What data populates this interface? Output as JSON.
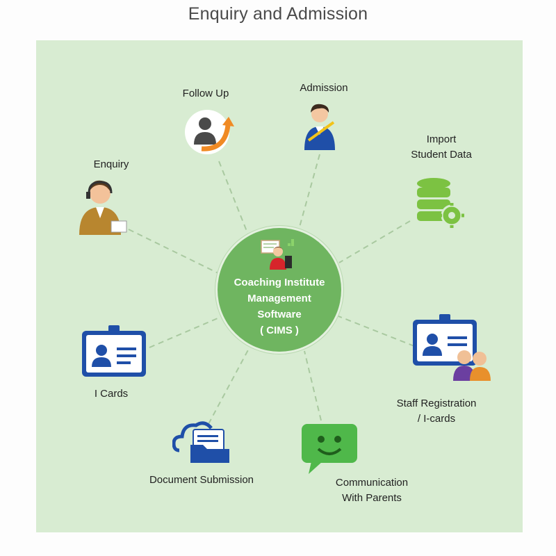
{
  "title": "Enquiry and Admission",
  "center": {
    "lines": [
      "Coaching Institute",
      "Management",
      "Software",
      "( CIMS )"
    ]
  },
  "nodes": {
    "follow_up": {
      "lines": [
        "Follow Up"
      ]
    },
    "admission": {
      "lines": [
        "Admission"
      ]
    },
    "import_data": {
      "lines": [
        "Import",
        "Student Data"
      ]
    },
    "enquiry": {
      "lines": [
        "Enquiry"
      ]
    },
    "icards": {
      "lines": [
        "I Cards"
      ]
    },
    "staff": {
      "lines": [
        "Staff Registration",
        "/ I-cards"
      ]
    },
    "document": {
      "lines": [
        "Document Submission"
      ]
    },
    "communication": {
      "lines": [
        "Communication",
        "With Parents"
      ]
    }
  },
  "colors": {
    "panel": "#d8ecd2",
    "center": "#6fb560",
    "icon_blue": "#1f4fa8",
    "icon_green": "#4fb84a",
    "database": "#7cc242",
    "orange": "#f08a24"
  }
}
